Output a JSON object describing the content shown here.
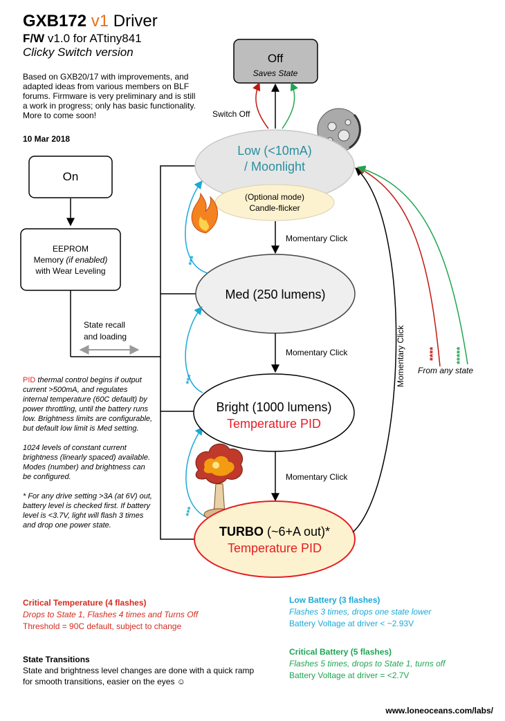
{
  "title": {
    "model": "GXB172",
    "version": "v1",
    "kind": "Driver",
    "fw_prefix": "F/W",
    "fw_rest": "v1.0 for ATtiny841",
    "subtitle": "Clicky Switch version"
  },
  "intro": "Based on GXB20/17 with improvements, and adapted ideas from various members on BLF forums. Firmware is very preliminary and is still a work in progress; only has basic functionality. More to come soon!",
  "date": "10 Mar 2018",
  "nodes": {
    "off_title": "Off",
    "off_sub": "Saves State",
    "on": "On",
    "eeprom_line1": "EEPROM",
    "eeprom_line2a": "Memory ",
    "eeprom_line2b": "(if enabled)",
    "eeprom_line3": "with Wear Leveling",
    "low_line1": "Low (<10mA)",
    "low_line2": "/ Moonlight",
    "candle_line1": "(Optional mode)",
    "candle_line2": "Candle-flicker",
    "med": "Med (250 lumens)",
    "bright_line1": "Bright (1000 lumens)",
    "bright_line2": "Temperature PID",
    "turbo_bold": "TURBO",
    "turbo_rest": " (~6+A out)*",
    "turbo_line2": "Temperature PID"
  },
  "edges": {
    "switch_off": "Switch Off",
    "momentary_click_1": "Momentary Click",
    "momentary_click_2": "Momentary Click",
    "momentary_click_3": "Momentary Click",
    "momentary_click_vertical": "Momentary Click",
    "state_recall_1": "State recall",
    "state_recall_2": "and loading",
    "from_any_state": "From any state",
    "four_star": "****",
    "five_star": "*****",
    "three_star_1": "***",
    "three_star_2": "***",
    "three_star_3": "***"
  },
  "notes": {
    "pid_word": "PID",
    "pid_text": " thermal control begins if output current >500mA, and regulates internal temperature (60C default) by power throttling, until the battery runs low. Brightness limits are configurable, but default low limit is Med setting.",
    "levels_text": "1024 levels of constant current brightness (linearly spaced) available. Modes (number) and brightness can be configured.",
    "drive_text": "* For any drive setting >3A (at 6V) out, battery level is checked first. If battery level is <3.7V, light will flash 3 times and drop one power state."
  },
  "critical_temperature": {
    "heading": "Critical Temperature (4 flashes)",
    "line1": "Drops to State 1, Flashes 4 times and Turns Off",
    "line2": "Threshold = 90C default, subject to change"
  },
  "state_transitions": {
    "heading": "State Transitions",
    "body": "State and brightness level changes are done with a quick ramp for smooth transitions, easier on the eyes ☺"
  },
  "low_battery": {
    "heading": "Low Battery (3 flashes)",
    "line1": "Flashes 3 times, drops one state lower",
    "line2": "Battery Voltage at driver < ~2.93V"
  },
  "critical_battery": {
    "heading": "Critical Battery (5 flashes)",
    "line1": "Flashes 5 times, drops to State 1, turns off",
    "line2": "Battery Voltage at driver = <2.7V"
  },
  "url": "www.loneoceans.com/labs/",
  "colors": {
    "red": "#e31e24",
    "dark_red": "#c0170f",
    "green": "#1fa551",
    "cyan": "#19a9d8",
    "teal_text": "#2a8fa0",
    "orange": "#e8701a",
    "off_fill": "#bdbdbd",
    "low_fill": "#e6e6e6",
    "candle_fill": "#fdf2cf",
    "turbo_fill": "#fdf2cf",
    "med_fill": "#efefef"
  },
  "icons": [
    "moon-icon",
    "flame-icon",
    "explosion-icon"
  ]
}
